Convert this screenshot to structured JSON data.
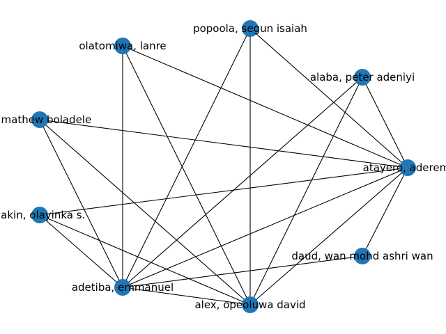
{
  "graph": {
    "node_color": "#1f77b4",
    "edge_color": "#000000",
    "nodes": [
      {
        "id": "popoola",
        "label": "popoola, segun isaiah"
      },
      {
        "id": "olatomiwa",
        "label": "olatomiwa, lanre"
      },
      {
        "id": "alaba",
        "label": "alaba, peter adeniyi"
      },
      {
        "id": "mathew",
        "label": "e, mathew boladele"
      },
      {
        "id": "atayero",
        "label": "atayero, aderemi"
      },
      {
        "id": "olayinka",
        "label": "nakin, olayinka s."
      },
      {
        "id": "daud",
        "label": "daud, wan mohd ashri wan"
      },
      {
        "id": "adetiba",
        "label": "adetiba, emmanuel"
      },
      {
        "id": "alex",
        "label": "alex, opeoluwa david"
      }
    ],
    "edges": [
      [
        "popoola",
        "adetiba"
      ],
      [
        "popoola",
        "alex"
      ],
      [
        "popoola",
        "atayero"
      ],
      [
        "olatomiwa",
        "adetiba"
      ],
      [
        "olatomiwa",
        "alex"
      ],
      [
        "olatomiwa",
        "atayero"
      ],
      [
        "alaba",
        "atayero"
      ],
      [
        "alaba",
        "adetiba"
      ],
      [
        "alaba",
        "alex"
      ],
      [
        "mathew",
        "atayero"
      ],
      [
        "mathew",
        "adetiba"
      ],
      [
        "mathew",
        "alex"
      ],
      [
        "atayero",
        "olayinka"
      ],
      [
        "atayero",
        "daud"
      ],
      [
        "atayero",
        "adetiba"
      ],
      [
        "atayero",
        "alex"
      ],
      [
        "olayinka",
        "adetiba"
      ],
      [
        "olayinka",
        "alex"
      ],
      [
        "daud",
        "adetiba"
      ],
      [
        "adetiba",
        "alex"
      ]
    ]
  }
}
